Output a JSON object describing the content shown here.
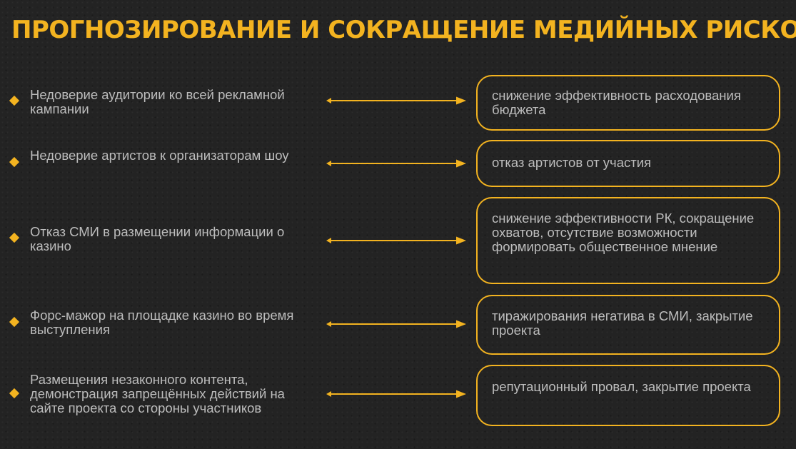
{
  "title": "ПРОГНОЗИРОВАНИЕ И СОКРАЩЕНИЕ МЕДИЙНЫХ РИСКОВ",
  "accent_color": "#f3b320",
  "text_color": "#bdbdbd",
  "background_color": "#232323",
  "rows": [
    {
      "risk": "Недоверие аудитории ко всей рекламной кампании",
      "consequence": "снижение эффективность расходования бюджета"
    },
    {
      "risk": "Недоверие артистов к организаторам шоу",
      "consequence": "отказ артистов от участия"
    },
    {
      "risk": "Отказ СМИ в размещении информации о казино",
      "consequence": "снижение эффективности РК, сокращение охватов, отсутствие возможности формировать общественное мнение"
    },
    {
      "risk": "Форс-мажор на площадке казино во время выступления",
      "consequence": "тиражирования негатива в СМИ, закрытие проекта"
    },
    {
      "risk": "Размещения незаконного контента, демонстрация запрещённых действий на сайте проекта со стороны участников",
      "consequence": "репутационный провал, закрытие проекта"
    }
  ]
}
